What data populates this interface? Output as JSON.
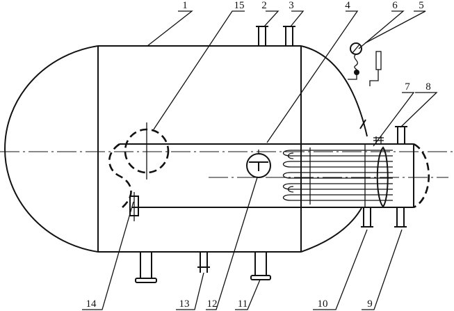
{
  "labels": {
    "n1": "1",
    "n2": "2",
    "n3": "3",
    "n4": "4",
    "n5": "5",
    "n6": "6",
    "n7": "7",
    "n8": "8",
    "n9": "9",
    "n10": "10",
    "n11": "11",
    "n12": "12",
    "n13": "13",
    "n14": "14",
    "n15": "15"
  },
  "colors": {
    "ink": "#111111",
    "background": "#ffffff"
  }
}
